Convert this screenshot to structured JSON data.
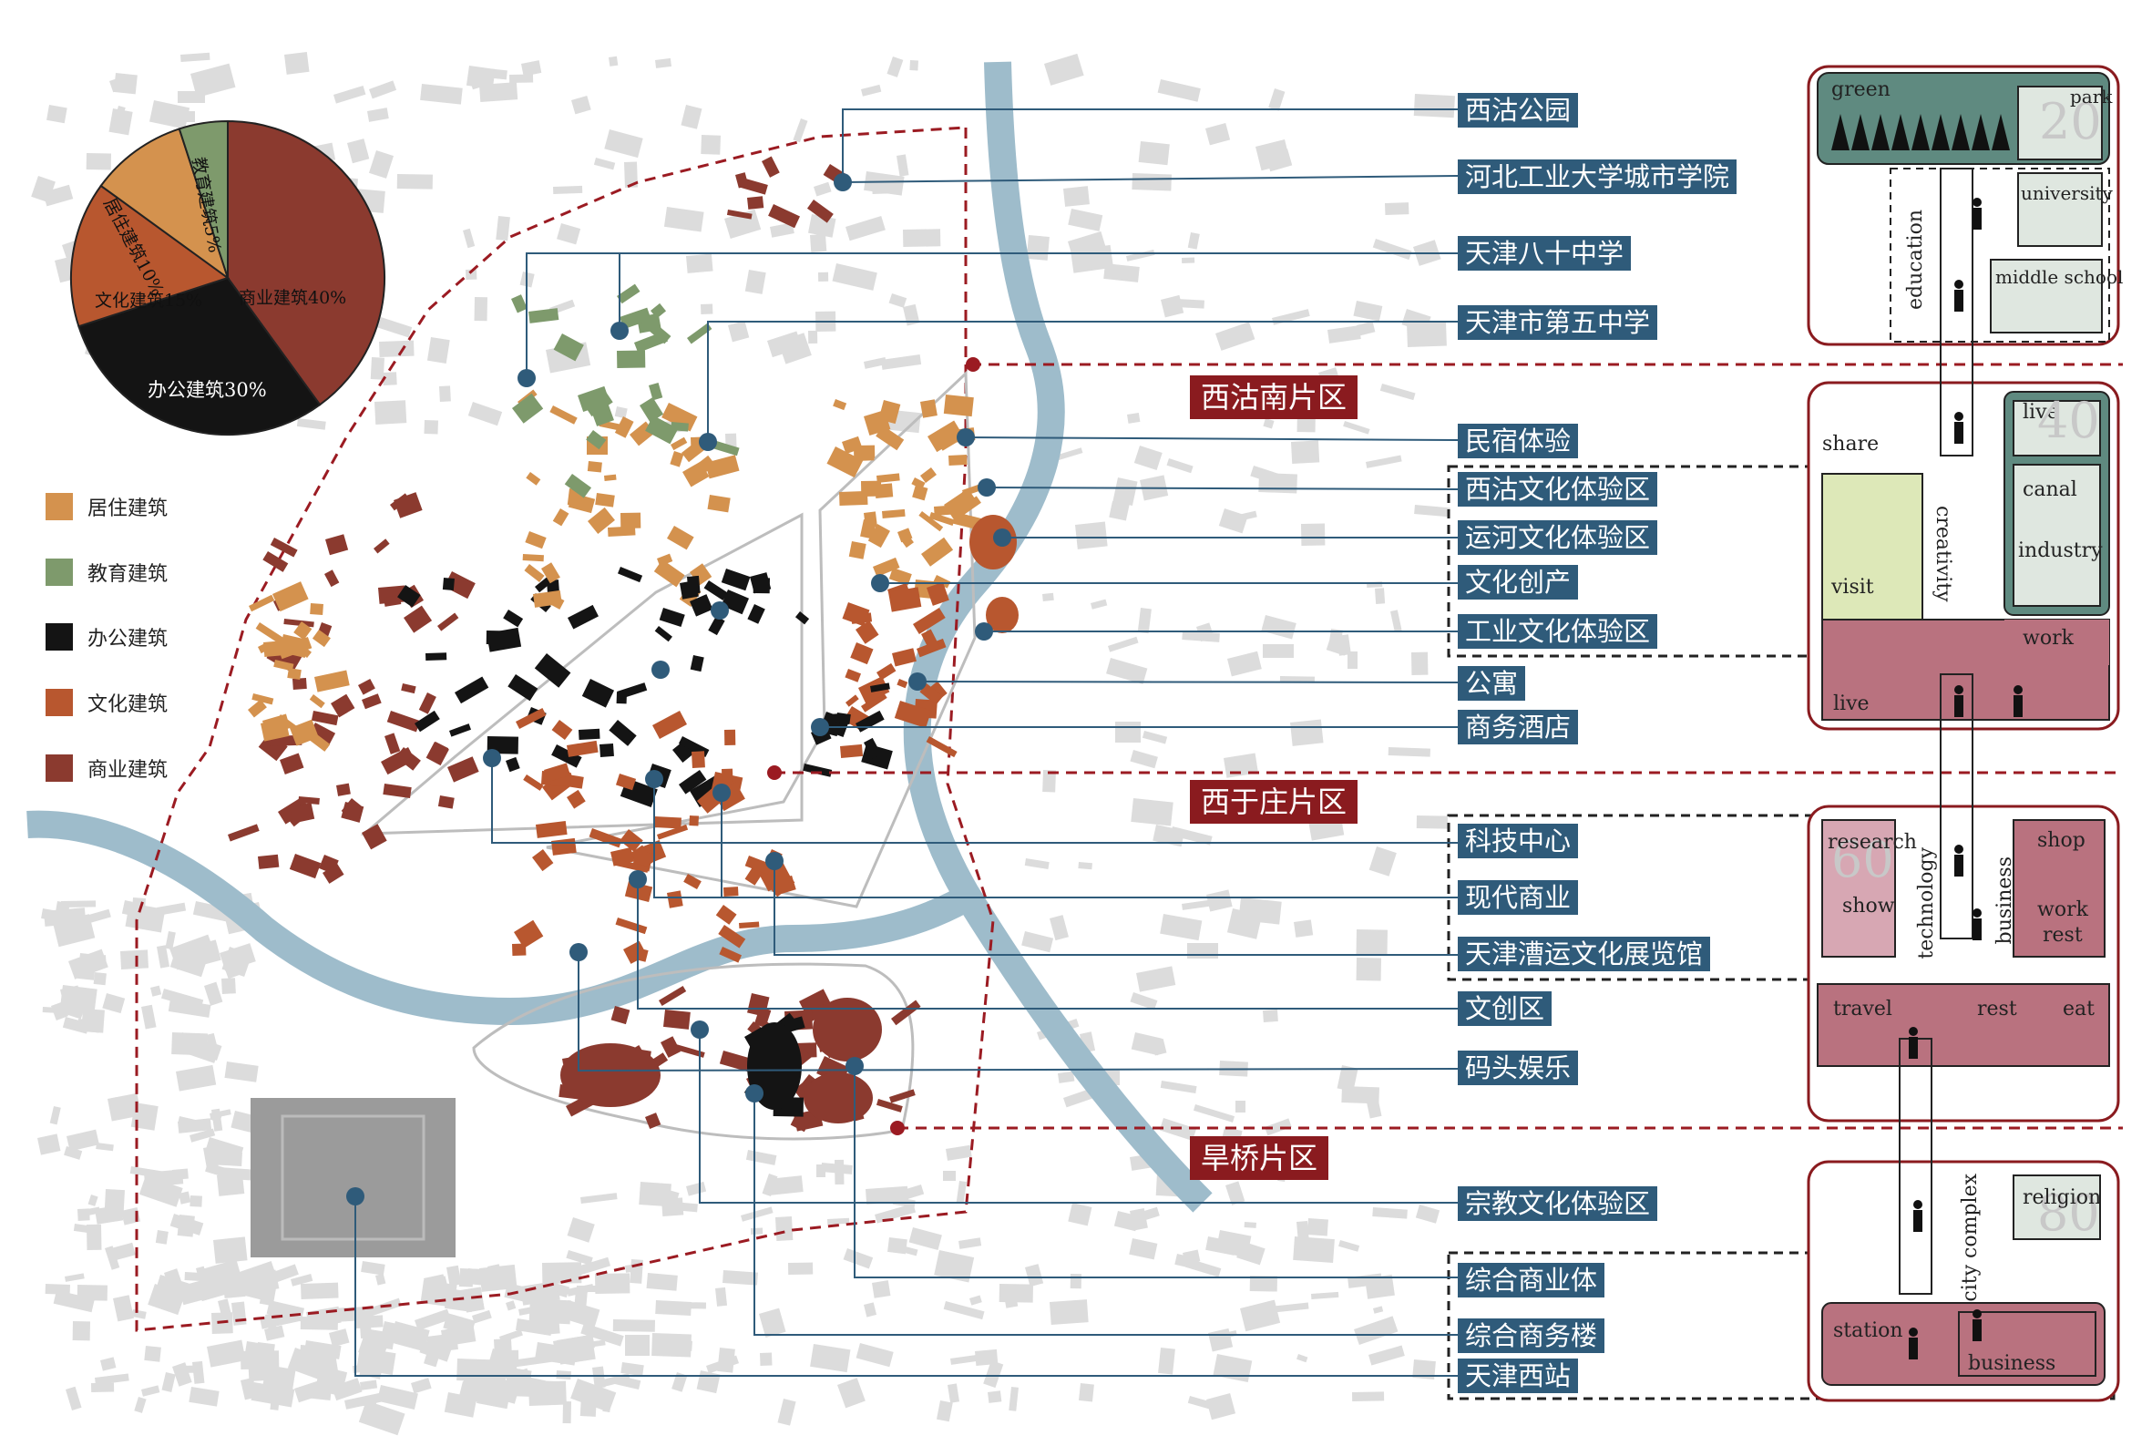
{
  "chart_data": {
    "type": "pie",
    "slices": [
      {
        "name": "商业建筑",
        "label": "商业建筑40%",
        "value": 40,
        "color": "#8b3a2f"
      },
      {
        "name": "办公建筑",
        "label": "办公建筑30%",
        "value": 30,
        "color": "#141414"
      },
      {
        "name": "文化建筑",
        "label": "文化建筑15%",
        "value": 15,
        "color": "#b8572f"
      },
      {
        "name": "居住建筑",
        "label": "居住建筑10%",
        "value": 10,
        "color": "#d4924e"
      },
      {
        "name": "教育建筑",
        "label": "教育建筑5%",
        "value": 5,
        "color": "#7e9a6c"
      }
    ]
  },
  "legend": [
    {
      "label": "居住建筑",
      "color": "#d4924e"
    },
    {
      "label": "教育建筑",
      "color": "#7e9a6c"
    },
    {
      "label": "办公建筑",
      "color": "#141414"
    },
    {
      "label": "文化建筑",
      "color": "#b8572f"
    },
    {
      "label": "商业建筑",
      "color": "#8b3a2f"
    }
  ],
  "zones": {
    "xigu_south": "西沽南片区",
    "xiyuzhuang": "西于庄片区",
    "hanqiao": "旱桥片区"
  },
  "labels": [
    "西沽公园",
    "河北工业大学城市学院",
    "天津八十中学",
    "天津市第五中学",
    "民宿体验",
    "西沽文化体验区",
    "运河文化体验区",
    "文化创产",
    "工业文化体验区",
    "公寓",
    "商务酒店",
    "科技中心",
    "现代商业",
    "天津漕运文化展览馆",
    "文创区",
    "码头娱乐",
    "宗教文化体验区",
    "综合商业体",
    "综合商务楼",
    "天津西站"
  ],
  "panels": {
    "p1": {
      "green": "green",
      "park": "park",
      "num": "20",
      "education": "education",
      "university": "university",
      "middle_school": "middle school"
    },
    "p2": {
      "share": "share",
      "live": "live",
      "num": "40",
      "canal": "canal",
      "industry": "industry",
      "visit": "visit",
      "creativity": "creativity",
      "work": "work",
      "live2": "live"
    },
    "p3": {
      "research": "research",
      "num": "60",
      "show": "show",
      "technology": "technology",
      "business": "business",
      "shop": "shop",
      "work": "work",
      "rest": "rest",
      "travel": "travel",
      "rest2": "rest",
      "eat": "eat"
    },
    "p4": {
      "religion": "religion",
      "num": "80",
      "city_complex": "city complex",
      "station": "station",
      "business": "business"
    }
  },
  "colors": {
    "river": "#9ebccb",
    "label_bg": "#2f5b7a",
    "zone_bg": "#8a1b1f",
    "boundary": "#9b1b22",
    "panel_green": "#5f8a80",
    "panel_lightgreen": "#dde8b8",
    "panel_pink": "#b9727f",
    "panel_lightpink": "#d7a7b3"
  }
}
